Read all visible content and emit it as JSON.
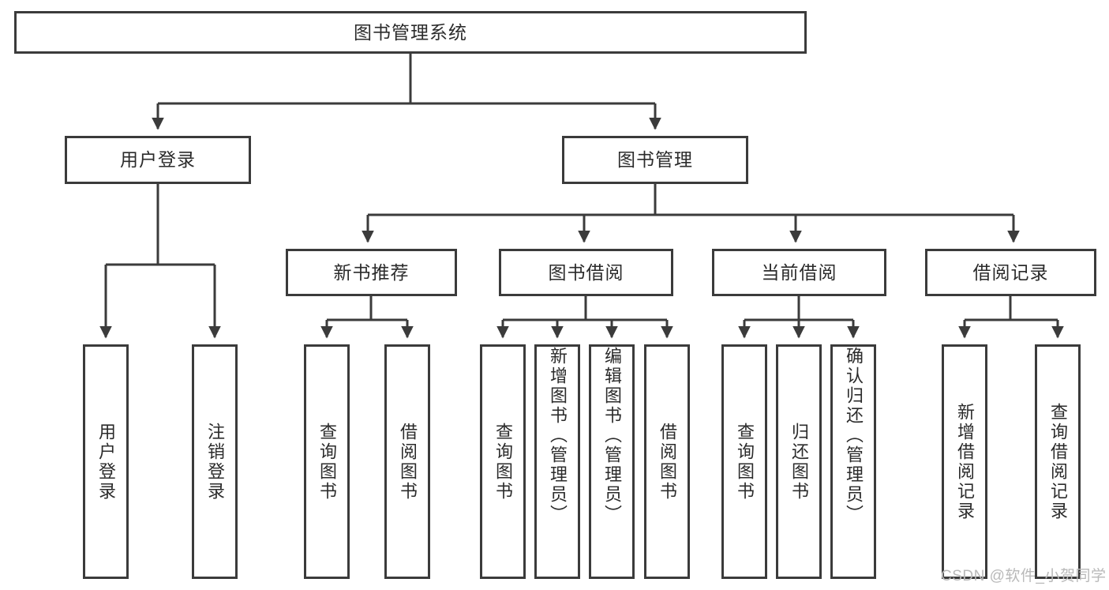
{
  "diagram": {
    "title": "图书管理系统",
    "type": "tree-hierarchy-chart",
    "colors": {
      "box_border": "#3b3b3b",
      "box_fill": "#ffffff",
      "edge": "#3b3b3b",
      "text": "#2b2b2b",
      "watermark": "#b9b9b9",
      "background": "#ffffff"
    },
    "root": {
      "label": "图书管理系统"
    },
    "level2": [
      {
        "label": "用户登录"
      },
      {
        "label": "图书管理"
      }
    ],
    "level3": [
      {
        "label": "新书推荐"
      },
      {
        "label": "图书借阅"
      },
      {
        "label": "当前借阅"
      },
      {
        "label": "借阅记录"
      }
    ],
    "leaves": {
      "user_login": [
        {
          "label": "用户登录"
        },
        {
          "label": "注销登录"
        }
      ],
      "new_book_recommend": [
        {
          "label": "查询图书"
        },
        {
          "label": "借阅图书"
        }
      ],
      "book_borrow": [
        {
          "label": "查询图书"
        },
        {
          "label": "新增图书（管理员）"
        },
        {
          "label": "编辑图书（管理员）"
        },
        {
          "label": "借阅图书"
        }
      ],
      "current_borrow": [
        {
          "label": "查询图书"
        },
        {
          "label": "归还图书"
        },
        {
          "label": "确认归还（管理员）"
        }
      ],
      "borrow_record": [
        {
          "label": "新增借阅记录"
        },
        {
          "label": "查询借阅记录"
        }
      ]
    }
  },
  "watermark": {
    "text": "CSDN @软件_小贺同学"
  }
}
